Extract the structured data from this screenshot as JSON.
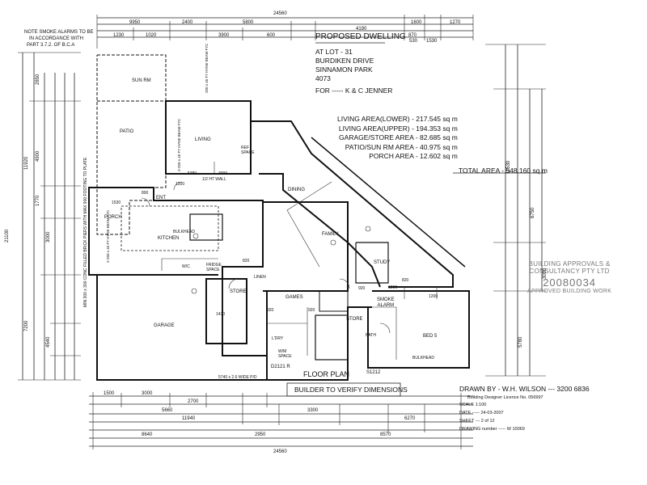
{
  "note": {
    "lines": [
      "NOTE SMOKE ALARMS TO BE",
      "IN ACCORDANCE WITH",
      "PART 3.7.2. OF B.C.A"
    ]
  },
  "title_block": {
    "heading": "PROPOSED DWELLING",
    "address_lines": [
      "AT LOT - 31",
      "BURDIKEN DRIVE",
      "SINNAMON PARK",
      "4073"
    ],
    "for_label": "FOR ----- K & C JENNER"
  },
  "areas": {
    "lines": [
      "LIVING AREA(LOWER) - 217.545 sq m",
      "LIVING AREA(UPPER) - 194.353 sq m",
      "GARAGE/STORE AREA - 82.685 sq m",
      "PATIO/SUN RM AREA - 40.975 sq m",
      "PORCH AREA - 12.602 sq m"
    ],
    "total": "TOTAL AREA - 548.160 sq m"
  },
  "stamp": {
    "line1": "BUILDING APPROVALS &",
    "line2": "CONSULTANCY PTY LTD",
    "number": "20080034",
    "line3": "APPROVED BUILDING WORK"
  },
  "rooms": {
    "sun_rm": "SUN RM",
    "patio": "PATIO",
    "living": "LIVING",
    "dining": "DINING",
    "family": "FAMILY",
    "kitchen": "KITCHEN",
    "porch": "PORCH",
    "ent": "ENT",
    "games": "GAMES",
    "store": "STORE",
    "store2": "STORE",
    "study": "STUDY",
    "garage": "GARAGE",
    "bed5": "BED 5",
    "smoke_alarm": "SMOKE\nALARM",
    "bulkhead": "BULKHEAD",
    "lndry": "L'DRY",
    "bath": "BATH",
    "wm_space": "W/M\nSPACE",
    "fridge_space": "FRIDGE\nSPACE",
    "linen": "LINEN",
    "wc": "W/C",
    "ref_space": "REF\nSPACE"
  },
  "plan_labels": {
    "floor_plan": "FLOOR PLAN",
    "builder_note": "BUILDER TO VERIFY DIMENSIONS"
  },
  "drawn": {
    "drawn_by": "DRAWN BY  - W.H. WILSON --- 3200 6836",
    "licence": "Building Designer Licence No. 056997",
    "scale": "SCALE 1:100",
    "date": "DATE ----- 24-03-2007",
    "sheet": "SHEET --- 2 of 12",
    "drawing_number": "DRAWING number ----- W 10069"
  },
  "dims": {
    "top_overall": "24560",
    "top": [
      "9950",
      "2400",
      "5800",
      "1600",
      "1270",
      "1230",
      "1020",
      "3900",
      "600",
      "4190",
      "870",
      "1530",
      "530"
    ],
    "bottom_overall": "24560",
    "bottom": [
      "1500",
      "3000",
      "2700",
      "5660",
      "3300",
      "6270",
      "11940",
      "8640",
      "2950",
      "8570"
    ],
    "left_overall": "21100",
    "left": [
      "2850",
      "11920",
      "4900",
      "1770",
      "3000",
      "7200",
      "4540"
    ],
    "right": [
      "11530",
      "6750",
      "5780",
      "3000"
    ],
    "interior": [
      "5380",
      "3000",
      "1200",
      "1530",
      "800",
      "1470",
      "920",
      "920",
      "820",
      "820",
      "1200",
      "1200",
      "920"
    ]
  },
  "annotations": {
    "wall_left": "MIN 300 x 300 CONC FILLED BRICK PIERS WITH MAX 900 FOOTING TO PLATE",
    "beam_1": "2-250 x 45 F7 HYNE BEAM F7C",
    "beam_2": "2-250 x 45 F7 HYNE BEAM F7C",
    "beam_3": "250 x 45 F7 HYNE BEAM F7C",
    "half_wall": "1/2 HT WALL",
    "garage_door": "5740 x 2.6 WIDE P/D",
    "step_r": "D2121 R",
    "step_r2": "S1212"
  }
}
